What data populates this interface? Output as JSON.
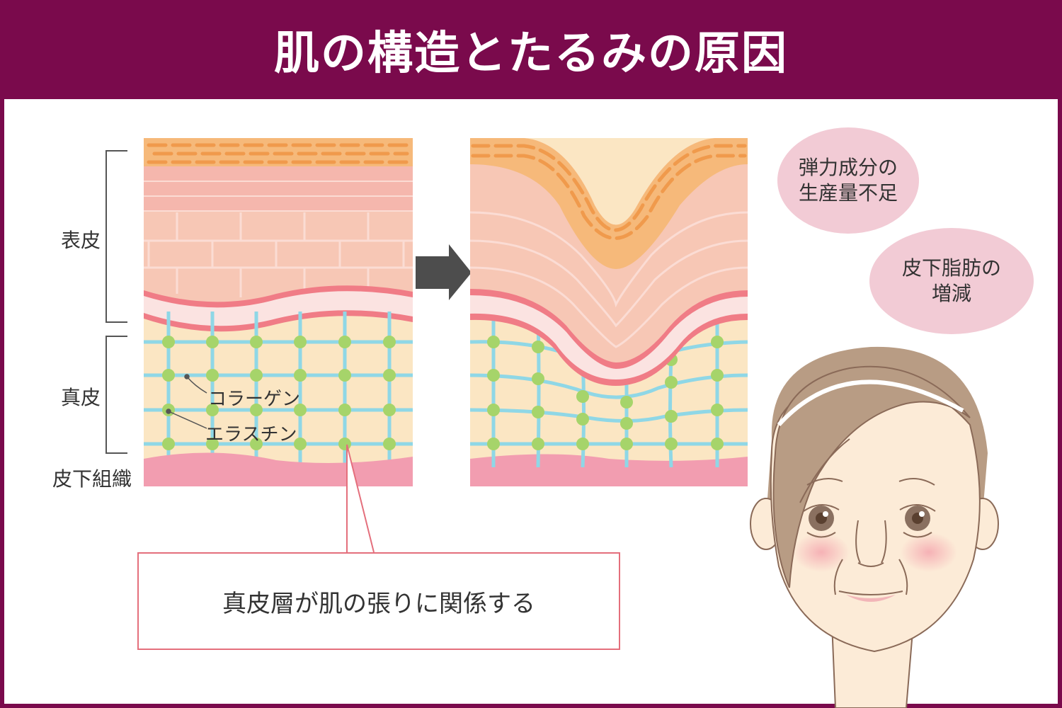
{
  "title": "肌の構造とたるみの原因",
  "layers": {
    "epidermis": "表皮",
    "dermis": "真皮",
    "subcutaneous": "皮下組織"
  },
  "fibers": {
    "collagen": "コラーゲン",
    "elastin": "エラスチン"
  },
  "callout": "真皮層が肌の張りに関係する",
  "bubbles": {
    "b1_line1": "弾力成分の",
    "b1_line2": "生産量不足",
    "b2_line1": "皮下脂肪の",
    "b2_line2": "増減"
  },
  "colors": {
    "frame": "#7a0a4c",
    "stratum_corneum": "#f6b97a",
    "epidermis": "#f7c7b5",
    "basal": "#f07c86",
    "dermis": "#fbe6c3",
    "collagen": "#8fd7e6",
    "elastin": "#a6d46a",
    "subcutaneous": "#f29db0",
    "bubble": "#f2cbd5",
    "callout_border": "#e46f7c"
  }
}
